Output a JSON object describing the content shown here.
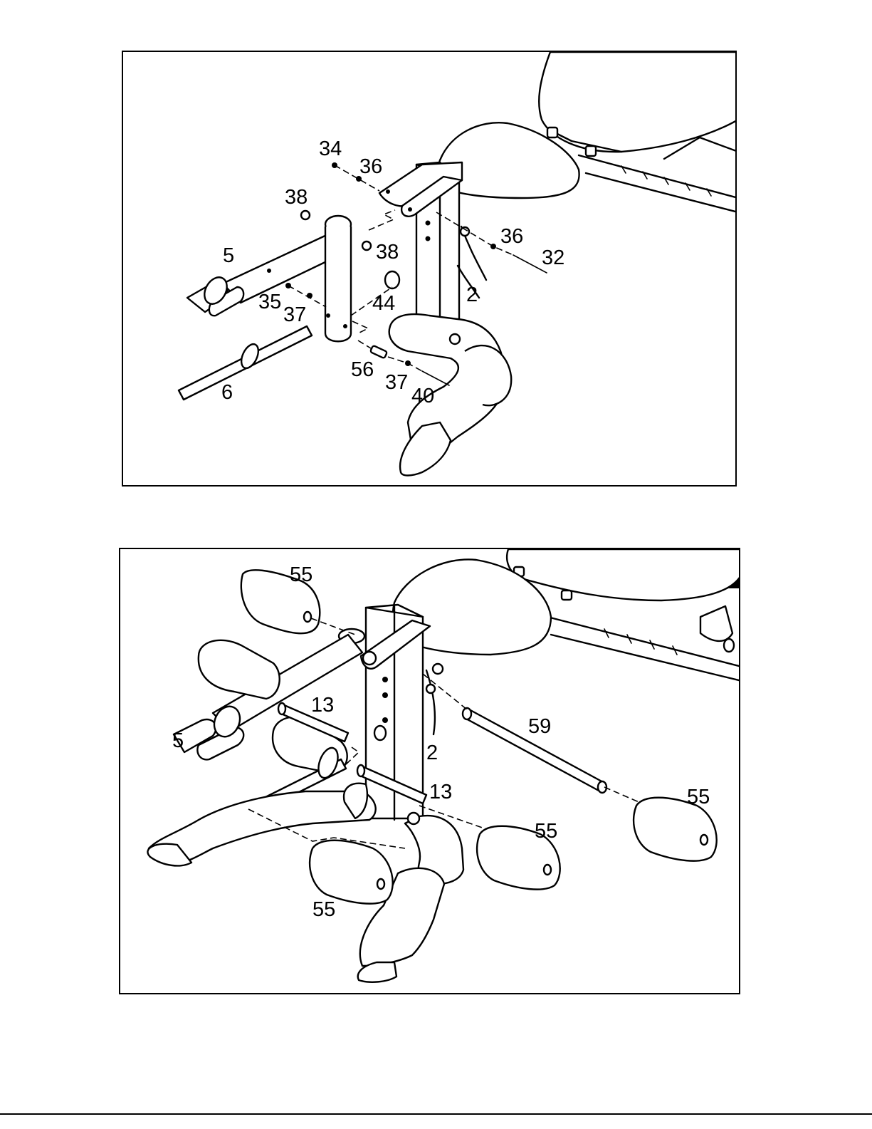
{
  "panels": [
    {
      "labels": [
        "34",
        "36",
        "38",
        "5",
        "38",
        "36",
        "32",
        "35",
        "37",
        "44",
        "2",
        "56",
        "37",
        "40",
        "6"
      ]
    },
    {
      "labels": [
        "55",
        "13",
        "5",
        "2",
        "59",
        "13",
        "55",
        "55",
        "55"
      ]
    }
  ]
}
